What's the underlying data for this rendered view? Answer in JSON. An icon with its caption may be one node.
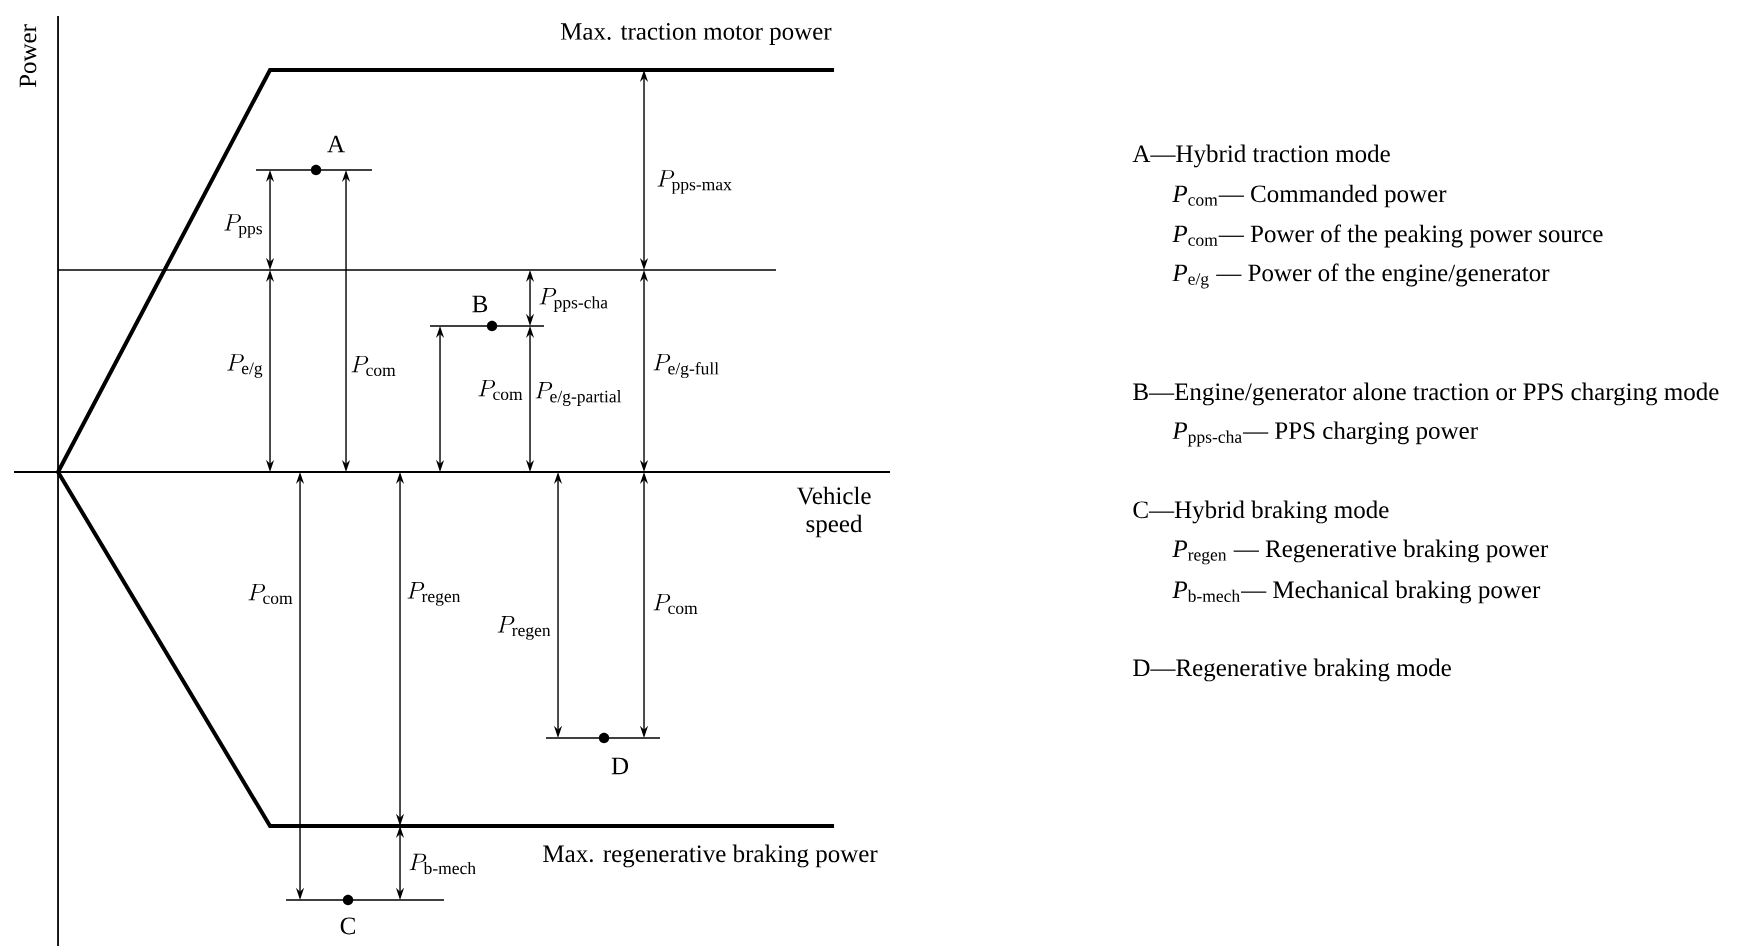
{
  "diagram": {
    "labels": [
      "Power",
      "Max. traction motor power",
      "A",
      "P_{\\text{pps-max}}",
      "P_{\\text{pps}}",
      "B",
      "P_{\\text{pps-cha}}",
      "P_{\\text{e/g}}",
      "P_{\\text{com}}",
      "P_{\\text{com}}",
      "P_{\\text{e/g-partial}}",
      "P_{\\text{e/g-full}}",
      "Vehicle speed",
      "P_{\\text{com}}",
      "P_{\\text{regen}}",
      "P_{\\text{regen}}",
      "P_{\\text{com}}",
      "D",
      "P_{\\text{b-mech}}",
      "Max. regenerative braking power",
      "C",
      "A—Hybrid traction mode",
      "*P*$_{com}$— Commanded power",
      "*P*$_{com}$— Power of the peaking power source",
      "*P*$_{e/g}$ — Power of the engine/generator",
      "B—Engine/generator alone traction or PPS charging mode",
      "*P*$_{pps-cha}$— PPS charging power",
      "C—Hybrid braking mode",
      "*P*$_{regen}$ — Regenerative braking power",
      "*P*$_{b-mech}$— Mechanical braking power",
      "D—Regenerative braking mode"
    ]
  }
}
